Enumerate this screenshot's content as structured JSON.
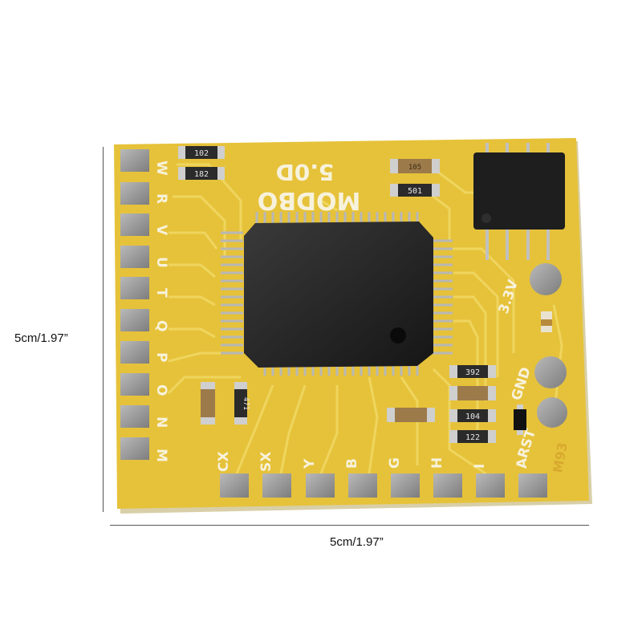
{
  "dimensions": {
    "height_label": "5cm/1.97”",
    "width_label": "5cm/1.97”"
  },
  "board": {
    "color": "#e6c23a",
    "model_text": "MODBO",
    "version_text": "5.0D",
    "voltage_label": "3.3V",
    "gnd_label": "GND",
    "rst_label": "RST",
    "corner_code": "M93",
    "left_pad_labels": [
      "W",
      "R",
      "V",
      "U",
      "T",
      "Q",
      "P",
      "O",
      "N",
      "M"
    ],
    "bottom_pad_labels": [
      "CX",
      "SX",
      "Y",
      "B",
      "G",
      "H",
      "I",
      "A"
    ],
    "resistor_codes": [
      "102",
      "182",
      "501",
      "471",
      "392",
      "104",
      "122",
      "105"
    ]
  }
}
